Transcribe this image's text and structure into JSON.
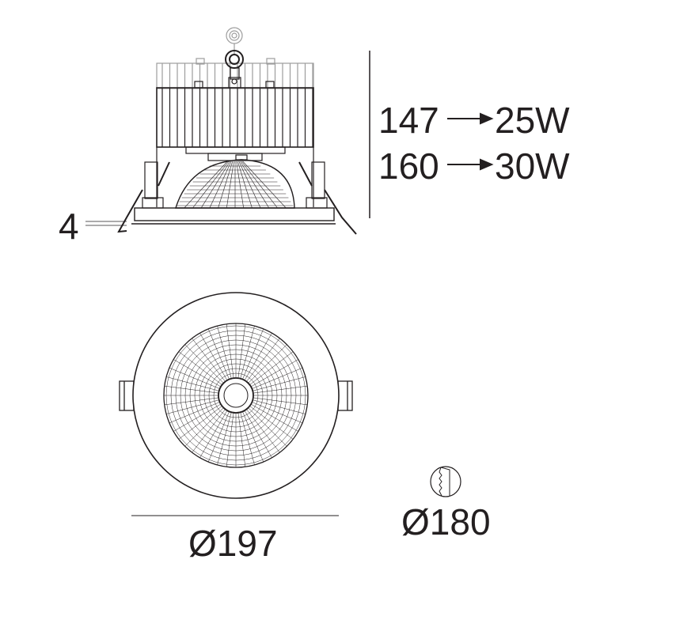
{
  "side_view": {
    "flange_thickness": "4",
    "height_rows": [
      {
        "height": "147",
        "power": "25W"
      },
      {
        "height": "160",
        "power": "30W"
      }
    ]
  },
  "front_view": {
    "outer_diameter": "Ø197"
  },
  "cutout": {
    "icon": "cutout-hole-icon",
    "diameter": "Ø180"
  },
  "colors": {
    "line": "#231f20",
    "ghost": "#9d9d9d"
  }
}
